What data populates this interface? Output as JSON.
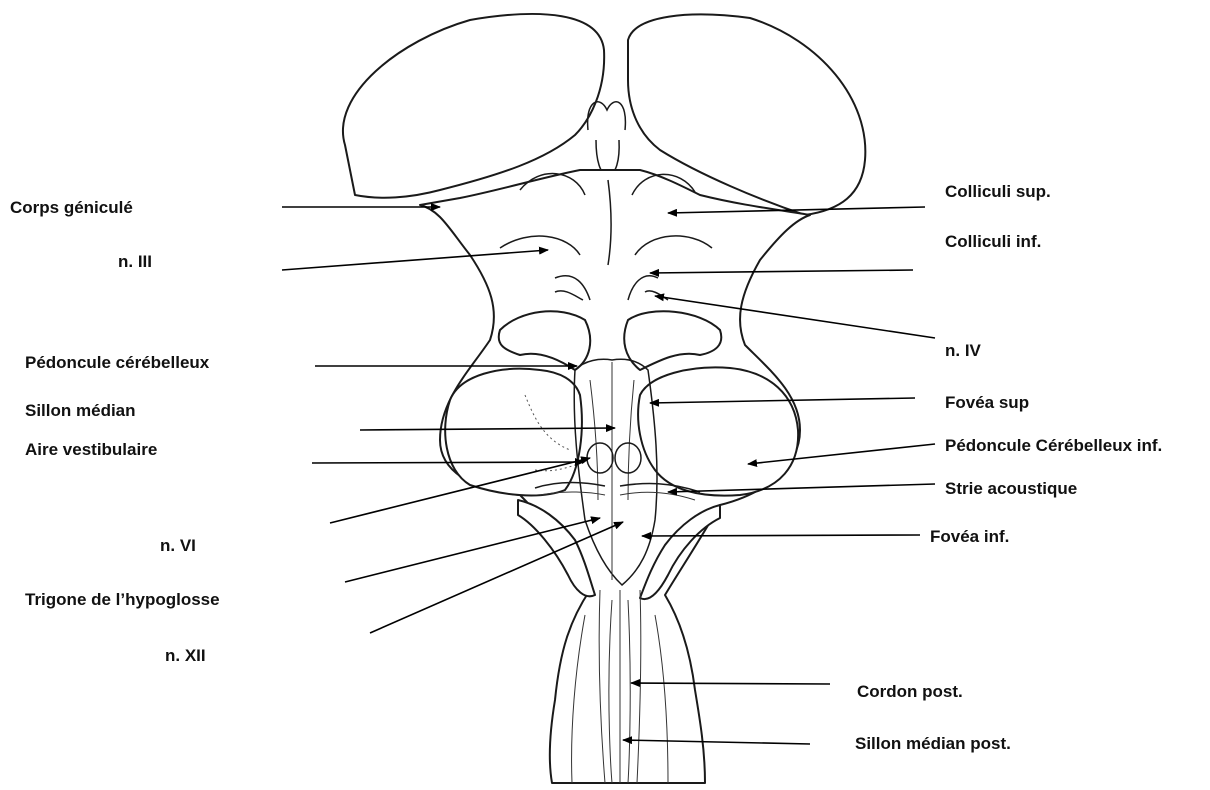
{
  "labels": {
    "corps_genicule": "Corps géniculé",
    "n3": "n. III",
    "pedoncule_cerebelleux": "Pédoncule cérébelleux",
    "sillon_median": "Sillon médian",
    "aire_vestibulaire": "Aire vestibulaire",
    "n6": "n. VI",
    "trigone_hypoglosse": "Trigone de l’hypoglosse",
    "n12": "n. XII",
    "colliculi_sup": "Colliculi sup.",
    "colliculi_inf": "Colliculi inf.",
    "n4": "n. IV",
    "fovea_sup": "Fovéa sup",
    "pedoncule_cerebelleux_inf": "Pédoncule  Cérébelleux inf.",
    "strie_acoustique": "Strie acoustique",
    "fovea_inf": "Fovéa inf.",
    "cordon_post": "Cordon post.",
    "sillon_median_post": "Sillon médian post."
  }
}
